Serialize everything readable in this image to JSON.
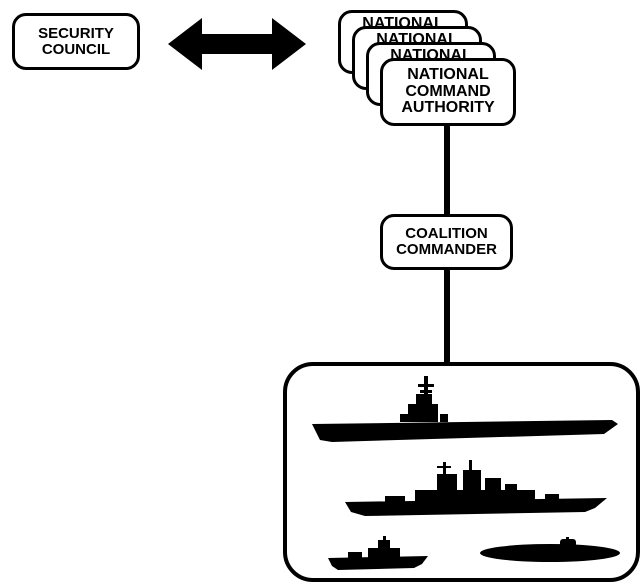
{
  "security_council": {
    "line1": "SECURITY",
    "line2": "COUNCIL"
  },
  "national_stack": {
    "ghost_label": "NATIONAL"
  },
  "national_command_authority": {
    "line1": "NATIONAL",
    "line2": "COMMAND",
    "line3": "AUTHORITY"
  },
  "coalition_commander": {
    "line1": "COALITION",
    "line2": "COMMANDER"
  },
  "colors": {
    "ink": "#000000",
    "paper": "#ffffff"
  },
  "fleet": {
    "ships": [
      "aircraft-carrier-icon",
      "cruiser-icon",
      "frigate-icon",
      "submarine-icon"
    ]
  }
}
